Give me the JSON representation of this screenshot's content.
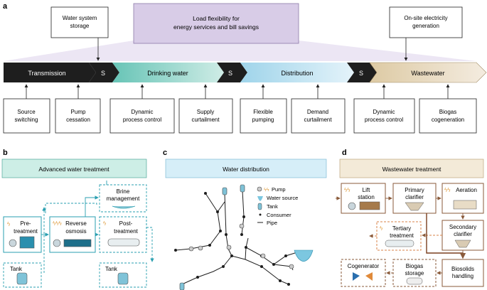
{
  "panel_a": {
    "letter": "a",
    "top_left_box": [
      "Water system",
      "storage"
    ],
    "top_center_box": [
      "Load flexibility for",
      "energy services and bill savings"
    ],
    "top_right_box": [
      "On-site electricity",
      "generation"
    ],
    "stages": {
      "transmission": "Transmission",
      "drinking_water": "Drinking water",
      "distribution": "Distribution",
      "wastewater": "Wastewater"
    },
    "storage_marker": "S",
    "bottom_boxes": [
      [
        "Source",
        "switching"
      ],
      [
        "Pump",
        "cessation"
      ],
      [
        "Dynamic",
        "process control"
      ],
      [
        "Supply",
        "curtailment"
      ],
      [
        "Flexible",
        "pumping"
      ],
      [
        "Demand",
        "curtailment"
      ],
      [
        "Dynamic",
        "process control"
      ],
      [
        "Biogas",
        "cogeneration"
      ]
    ]
  },
  "panel_b": {
    "letter": "b",
    "title": "Advanced water treatment",
    "pre_treatment": [
      "Pre-",
      "treatment"
    ],
    "reverse_osmosis": [
      "Reverse",
      "osmosis"
    ],
    "post_treatment": [
      "Post-",
      "treatment"
    ],
    "brine": [
      "Brine",
      "management"
    ],
    "tank_left": "Tank",
    "tank_right": "Tank"
  },
  "panel_c": {
    "letter": "c",
    "title": "Water distribution",
    "legend": [
      "Pump",
      "Water source",
      "Tank",
      "Consumer",
      "Pipe"
    ]
  },
  "panel_d": {
    "letter": "d",
    "title": "Wastewater treatment",
    "lift_station": [
      "Lift",
      "station"
    ],
    "primary_clarifier": [
      "Primary",
      "clarifier"
    ],
    "aeration": "Aeration",
    "tertiary_treatment": [
      "Tertiary",
      "treatment"
    ],
    "secondary_clarifier": [
      "Secondary",
      "clarifier"
    ],
    "cogenerator": "Cogenerator",
    "biogas_storage": [
      "Biogas",
      "storage"
    ],
    "biosolids_handling": [
      "Biosolids",
      "handling"
    ]
  },
  "colors": {
    "dark": "#1e1e1e",
    "drinking_teal": "#a8dcd3",
    "distribution_blue": "#cde9f4",
    "wastewater_beige": "#ece0c8",
    "purple": "#d6c9e6",
    "teal_border": "#2a9fb0",
    "brown_border": "#8a5a3a",
    "orange_dashed": "#d9834a"
  }
}
